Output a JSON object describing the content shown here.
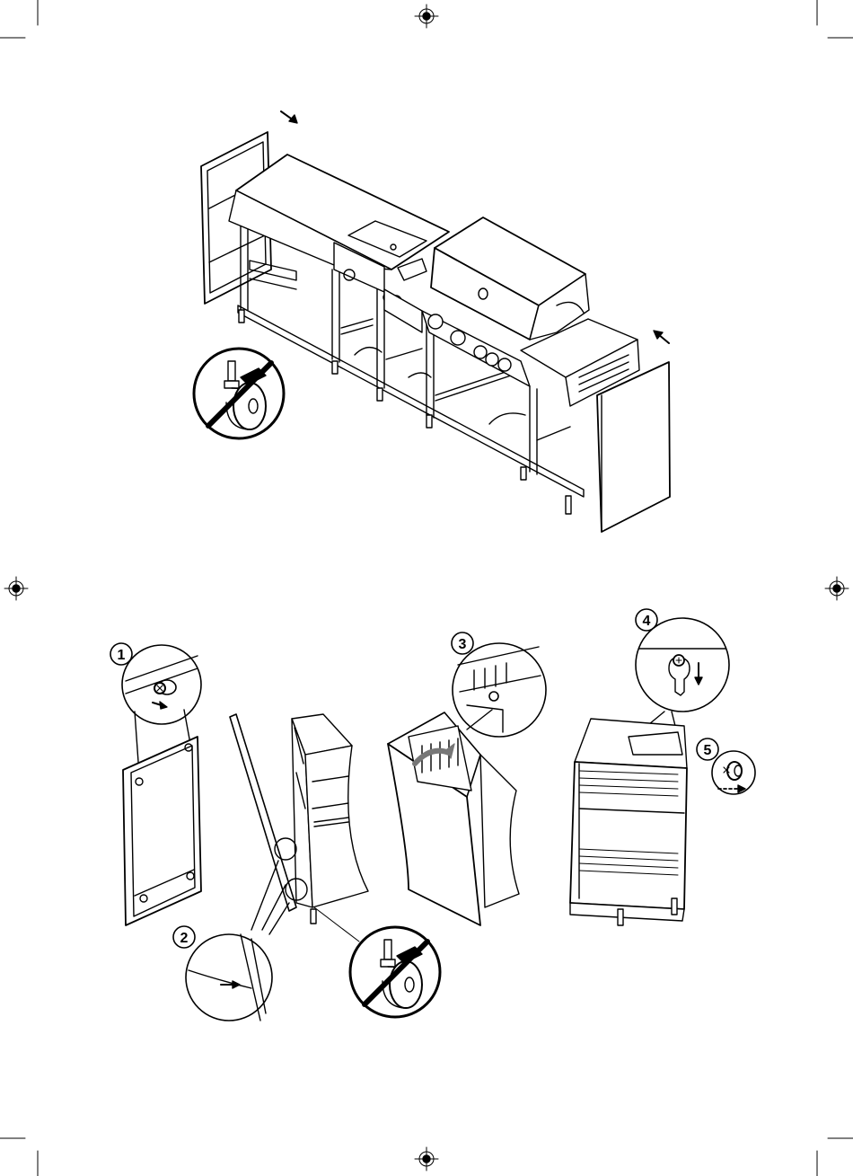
{
  "steps": [
    {
      "number": "1"
    },
    {
      "number": "2"
    },
    {
      "number": "3"
    },
    {
      "number": "4"
    },
    {
      "number": "5"
    }
  ],
  "colors": {
    "line": "#000000",
    "fill_light": "#ffffff",
    "fill_gray": "#dcdcdc"
  },
  "icons": [
    "registration-mark-icon",
    "arrow-icon",
    "no-caster-wheel-icon",
    "screw-icon",
    "keyhole-slot-icon"
  ]
}
